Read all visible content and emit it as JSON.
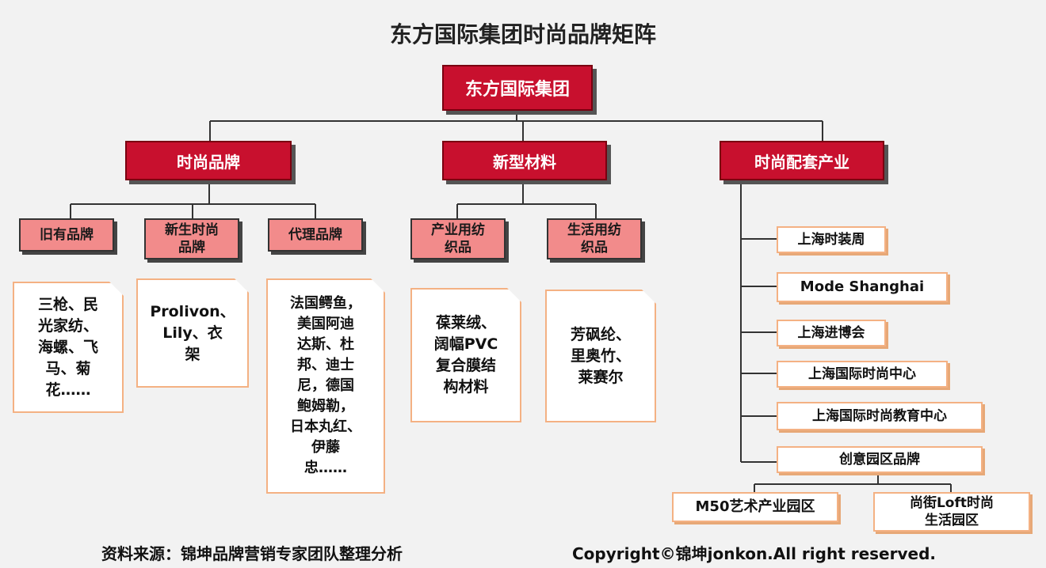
{
  "title": "东方国际集团时尚品牌矩阵",
  "root": "东方国际集团",
  "categories": {
    "fashion": "时尚品牌",
    "materials": "新型材料",
    "supporting": "时尚配套产业"
  },
  "fashion_subs": {
    "legacy": "旧有品牌",
    "new": "新生时尚\n品牌",
    "agency": "代理品牌"
  },
  "fashion_notes": {
    "legacy": "三枪、民\n光家纺、\n海螺、飞\n马、菊\n花……",
    "new": "Prolivon、\nLily、衣\n架",
    "agency": "法国鳄鱼，\n美国阿迪\n达斯、杜\n邦、迪士\n尼，德国\n鲍姆勒，\n日本丸红、\n伊藤\n忠……"
  },
  "material_subs": {
    "industrial": "产业用纺\n织品",
    "living": "生活用纺\n织品"
  },
  "material_notes": {
    "industrial": "葆莱绒、\n阔幅PVC\n复合膜结\n构材料",
    "living": "芳砜纶、\n里奥竹、\n莱赛尔"
  },
  "supporting_items": [
    "上海时装周",
    "Mode Shanghai",
    "上海进博会",
    "上海国际时尚中心",
    "上海国际时尚教育中心",
    "创意园区品牌"
  ],
  "park_items": [
    "M50艺术产业园区",
    "尚街Loft时尚\n生活园区"
  ],
  "footer": {
    "source": "资料来源：锦坤品牌营销专家团队整理分析",
    "copyright": "Copyright©锦坤jonkon.All right reserved."
  }
}
